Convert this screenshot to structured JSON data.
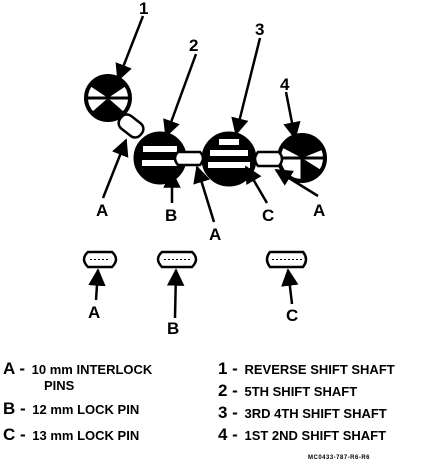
{
  "callouts": {
    "n1": "1",
    "n2": "2",
    "n3": "3",
    "n4": "4",
    "a_left": "A",
    "b_top": "B",
    "a_mid": "A",
    "c_top": "C",
    "a_right": "A",
    "a_bottom": "A",
    "b_bottom": "B",
    "c_bottom": "C"
  },
  "legend_left": [
    {
      "key": "A -",
      "text": "10 mm INTERLOCK",
      "text2": "PINS"
    },
    {
      "key": "B -",
      "text": "12 mm LOCK PIN"
    },
    {
      "key": "C -",
      "text": "13 mm LOCK PIN"
    }
  ],
  "legend_right": [
    {
      "key": "1 -",
      "text": "REVERSE SHIFT SHAFT"
    },
    {
      "key": "2 -",
      "text": "5TH SHIFT SHAFT"
    },
    {
      "key": "3 -",
      "text": "3RD 4TH SHIFT SHAFT"
    },
    {
      "key": "4 -",
      "text": "1ST 2ND SHIFT SHAFT"
    }
  ],
  "footer": {
    "code": "MC0433-787-R6-R6"
  },
  "colors": {
    "ink": "#000000",
    "paper": "#ffffff"
  }
}
